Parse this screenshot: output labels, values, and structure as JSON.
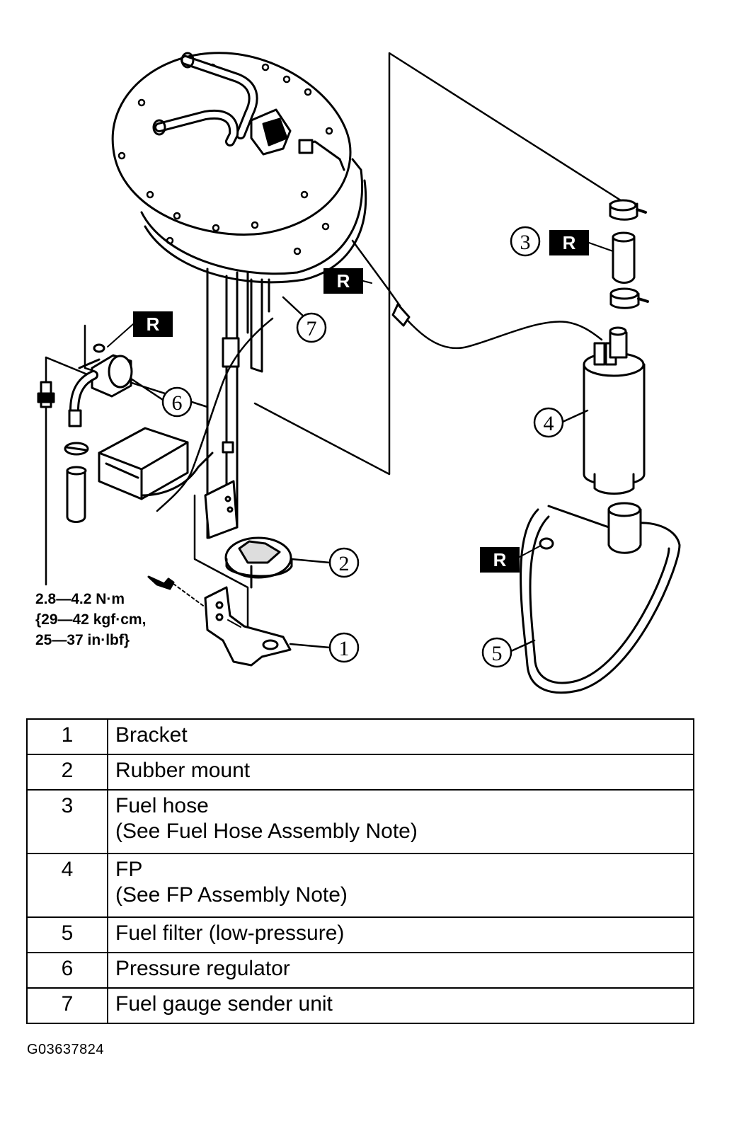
{
  "callouts": [
    "1",
    "2",
    "3",
    "4",
    "5",
    "6",
    "7"
  ],
  "reuse_mark": "R",
  "torque_spec": {
    "line1": "2.8—4.2 N·m",
    "line2": "{29—42 kgf·cm,",
    "line3": "25—37 in·lbf}"
  },
  "parts_table": [
    {
      "num": "1",
      "desc": "Bracket",
      "note": ""
    },
    {
      "num": "2",
      "desc": "Rubber mount",
      "note": ""
    },
    {
      "num": "3",
      "desc": "Fuel hose",
      "note": "(See Fuel Hose Assembly Note)"
    },
    {
      "num": "4",
      "desc": "FP",
      "note": "(See FP Assembly Note)"
    },
    {
      "num": "5",
      "desc": "Fuel filter (low-pressure)",
      "note": ""
    },
    {
      "num": "6",
      "desc": "Pressure regulator",
      "note": ""
    },
    {
      "num": "7",
      "desc": "Fuel gauge sender unit",
      "note": ""
    }
  ],
  "figure_id": "G03637824"
}
